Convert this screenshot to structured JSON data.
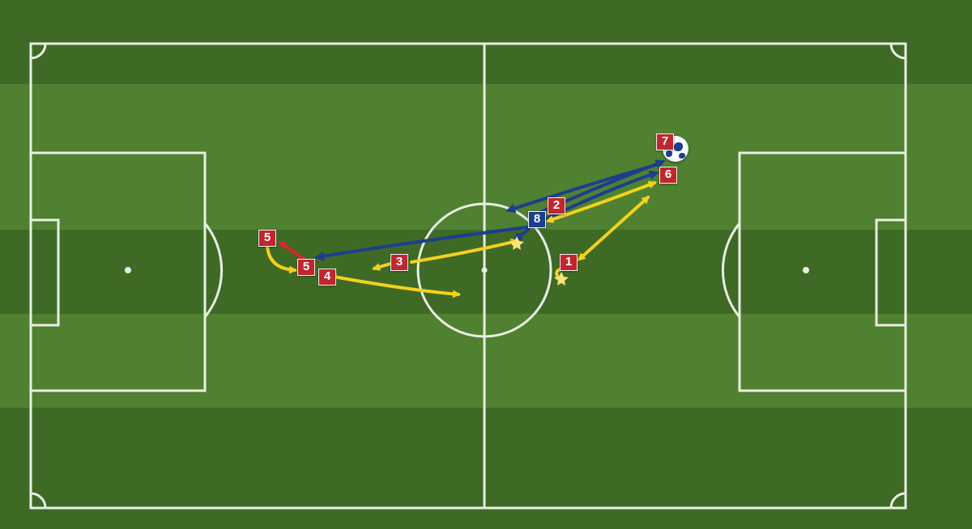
{
  "colors": {
    "grass_dark": "#3e6a26",
    "grass_light": "#4f8131",
    "line": "#e9efe4",
    "pass": "#f2d21c",
    "run": "#1d3d8e",
    "dribble": "#d8262e",
    "marker_red": "#c0262d",
    "marker_blue": "#1d3d8e"
  },
  "markers": [
    {
      "text": "1",
      "color": "red"
    },
    {
      "text": "2",
      "color": "red"
    },
    {
      "text": "3",
      "color": "red"
    },
    {
      "text": "4",
      "color": "red"
    },
    {
      "text": "5",
      "color": "red"
    },
    {
      "text": "5",
      "color": "red"
    },
    {
      "text": "6",
      "color": "red"
    },
    {
      "text": "7",
      "color": "red"
    },
    {
      "text": "8",
      "color": "blue"
    }
  ],
  "ball_icon": "soccer-ball-icon"
}
